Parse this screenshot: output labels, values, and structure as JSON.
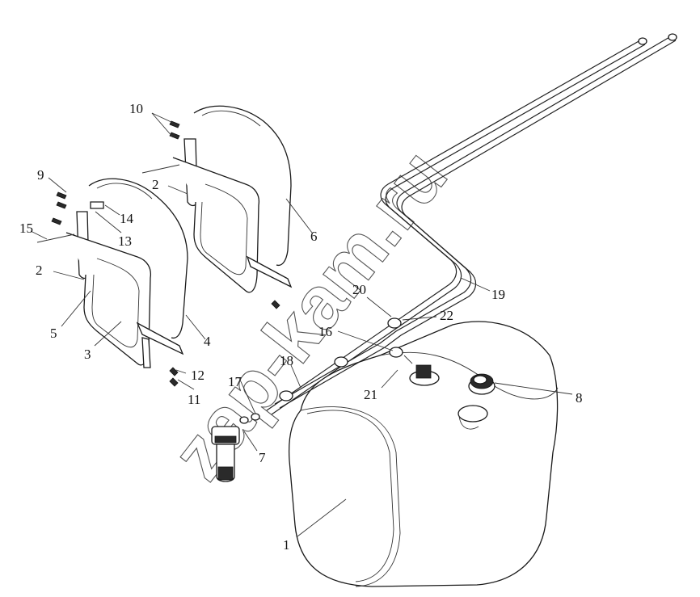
{
  "watermark": "zap-kam.ru",
  "corner_mark": "",
  "callouts": [
    {
      "id": "c1",
      "label": "1"
    },
    {
      "id": "c2a",
      "label": "2"
    },
    {
      "id": "c2b",
      "label": "2"
    },
    {
      "id": "c3",
      "label": "3"
    },
    {
      "id": "c4",
      "label": "4"
    },
    {
      "id": "c5",
      "label": "5"
    },
    {
      "id": "c6",
      "label": "6"
    },
    {
      "id": "c7",
      "label": "7"
    },
    {
      "id": "c8",
      "label": "8"
    },
    {
      "id": "c9",
      "label": "9"
    },
    {
      "id": "c10",
      "label": "10"
    },
    {
      "id": "c11",
      "label": "11"
    },
    {
      "id": "c12",
      "label": "12"
    },
    {
      "id": "c13",
      "label": "13"
    },
    {
      "id": "c14",
      "label": "14"
    },
    {
      "id": "c15",
      "label": "15"
    },
    {
      "id": "c16",
      "label": "16"
    },
    {
      "id": "c17",
      "label": "17"
    },
    {
      "id": "c18",
      "label": "18"
    },
    {
      "id": "c19",
      "label": "19"
    },
    {
      "id": "c20",
      "label": "20"
    },
    {
      "id": "c21",
      "label": "21"
    },
    {
      "id": "c22",
      "label": "22"
    }
  ]
}
